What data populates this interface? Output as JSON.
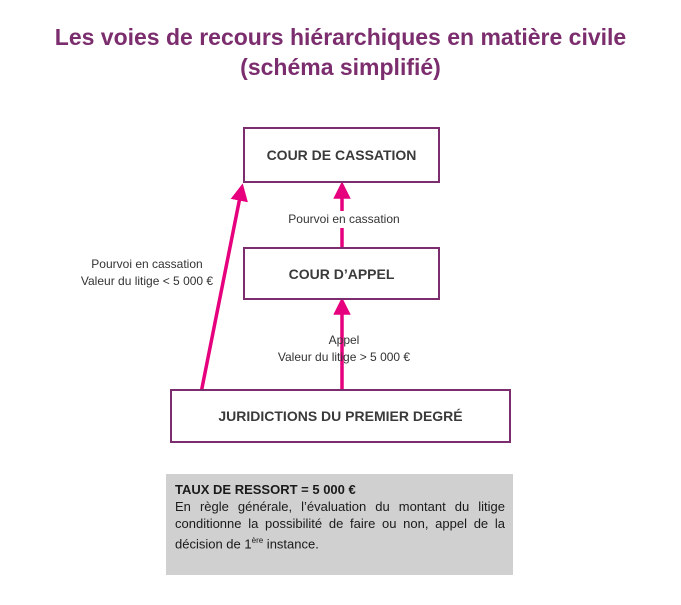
{
  "title": {
    "line1": "Les voies de recours hiérarchiques en matière civile",
    "line2": "(schéma simplifié)"
  },
  "nodes": {
    "cour_de_cassation": "COUR DE CASSATION",
    "cour_d_appel": "COUR D’APPEL",
    "premier_degre": "JURIDICTIONS DU PREMIER DEGRÉ"
  },
  "edges": {
    "appel_to_cassation": "Pourvoi en cassation",
    "premier_to_cassation_line1": "Pourvoi en cassation",
    "premier_to_cassation_line2": "Valeur du litige < 5 000 €",
    "premier_to_appel_line1": "Appel",
    "premier_to_appel_line2": "Valeur du litige > 5 000 €"
  },
  "note": {
    "heading": "TAUX DE RESSORT = 5 000 €",
    "text_before": "En règle générale, l’évaluation du montant du litige conditionne la possibilité de faire ou non, appel de la décision de 1",
    "superscript": "ère",
    "text_after": " instance."
  },
  "colors": {
    "box_border": "#7b2d6e",
    "title": "#7b2d6e",
    "arrow": "#e6007e",
    "note_bg": "#d0d0d0"
  }
}
